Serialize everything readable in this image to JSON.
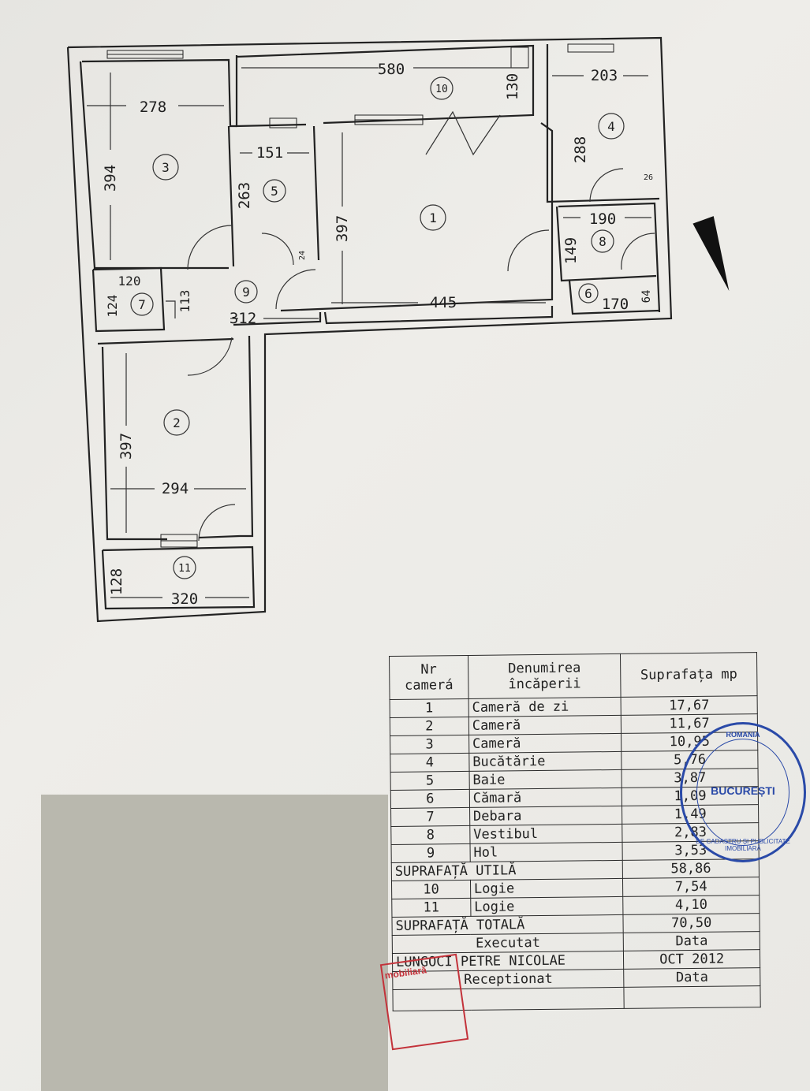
{
  "plan": {
    "rooms": [
      {
        "num": "1"
      },
      {
        "num": "2"
      },
      {
        "num": "3"
      },
      {
        "num": "4"
      },
      {
        "num": "5"
      },
      {
        "num": "6"
      },
      {
        "num": "7"
      },
      {
        "num": "8"
      },
      {
        "num": "9"
      },
      {
        "num": "10"
      },
      {
        "num": "11"
      }
    ],
    "dims": {
      "r3_w": "278",
      "r3_h": "394",
      "r10_w": "580",
      "r10_h": "130",
      "r4_w": "203",
      "r4_h": "288",
      "r4_small": "26",
      "r5_w": "151",
      "r5_h": "263",
      "r5_small": "24",
      "r1_h": "397",
      "r1_w": "445",
      "r8_w": "190",
      "r8_h": "149",
      "r6_w": "170",
      "r6_small": "64",
      "r7_w": "120",
      "r7_h": "124",
      "r9_h": "113",
      "r9_w": "312",
      "r2_h": "397",
      "r2_w": "294",
      "r11_h": "128",
      "r11_w": "320"
    }
  },
  "table": {
    "header": {
      "nr": "Nr camerá",
      "name": "Denumirea încăperii",
      "area": "Suprafața mp"
    },
    "rows": [
      {
        "nr": "1",
        "name": "Cameră de zi",
        "area": "17,67"
      },
      {
        "nr": "2",
        "name": "Cameră",
        "area": "11,67"
      },
      {
        "nr": "3",
        "name": "Cameră",
        "area": "10,95"
      },
      {
        "nr": "4",
        "name": "Bucătărie",
        "area": "5,76"
      },
      {
        "nr": "5",
        "name": "Baie",
        "area": "3,87"
      },
      {
        "nr": "6",
        "name": "Cămară",
        "area": "1,09"
      },
      {
        "nr": "7",
        "name": "Debara",
        "area": "1,49"
      },
      {
        "nr": "8",
        "name": "Vestibul",
        "area": "2,83"
      },
      {
        "nr": "9",
        "name": "Hol",
        "area": "3,53"
      }
    ],
    "util_label": "SUPRAFAȚĂ UTILĂ",
    "util_value": "58,86",
    "rows2": [
      {
        "nr": "10",
        "name": "Logie",
        "area": "7,54"
      },
      {
        "nr": "11",
        "name": "Logie",
        "area": "4,10"
      }
    ],
    "total_label": "SUPRAFAȚĂ TOTALĂ",
    "total_value": "70,50",
    "executed_label": "Executat",
    "date_label": "Data",
    "executor_name": "LUNGOCI PETRE NICOLAE",
    "executor_date": "OCT 2012",
    "received_label": "Receptionat",
    "received_date": "Data"
  },
  "stamps": {
    "blue_top": "ROMANIA",
    "blue_city": "BUCUREȘTI",
    "blue_ring": "DE CADASTRU ȘI PUBLICITATE IMOBILIARĂ",
    "red_text": "mobiliară"
  }
}
